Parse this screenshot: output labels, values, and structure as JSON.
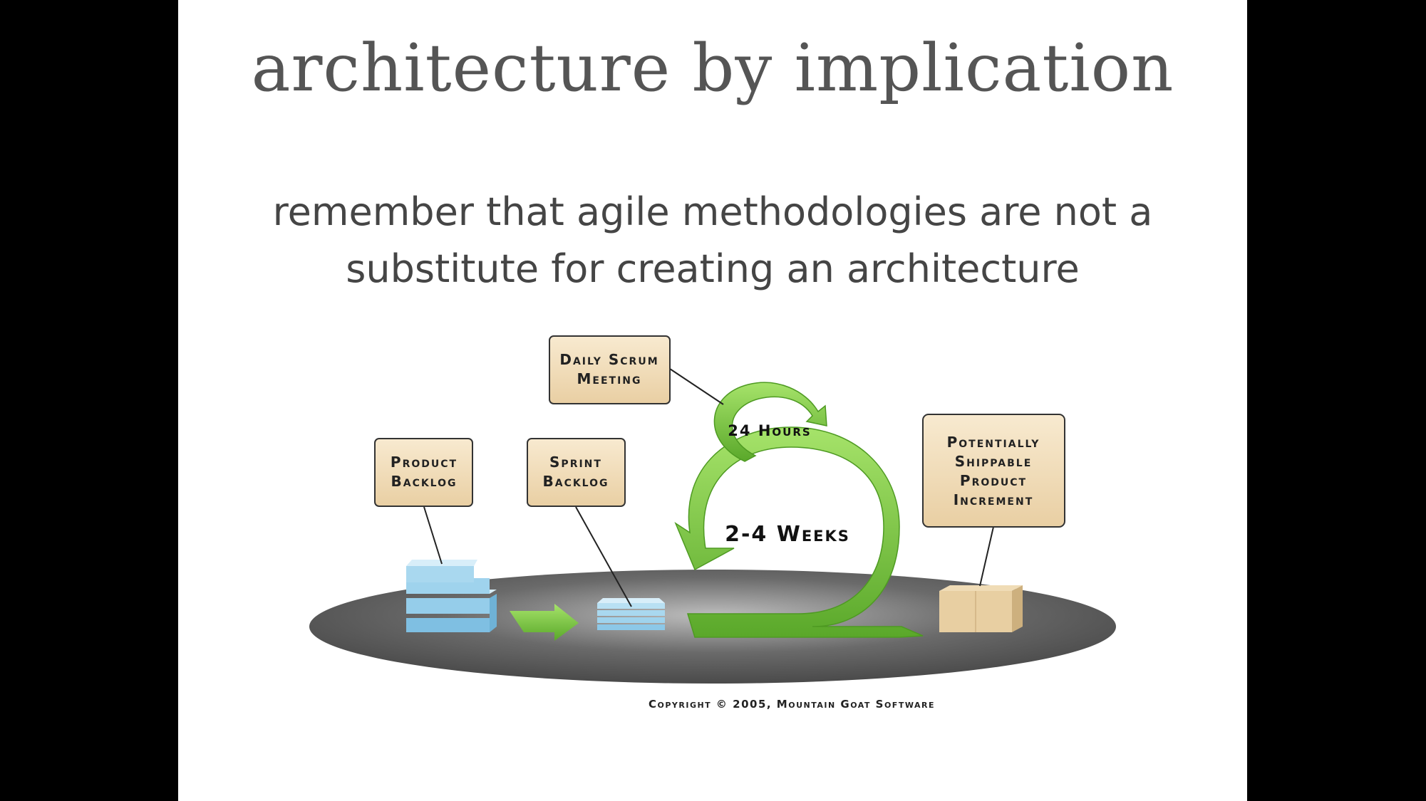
{
  "slide": {
    "title": "architecture by implication",
    "subtitle_lines": [
      "remember that agile methodologies are not a",
      "substitute for creating an architecture"
    ]
  },
  "diagram": {
    "labels": {
      "daily_scrum": [
        "Daily Scrum",
        "Meeting"
      ],
      "product_backlog": [
        "Product",
        "Backlog"
      ],
      "sprint_backlog": [
        "Sprint",
        "Backlog"
      ],
      "increment": [
        "Potentially",
        "Shippable",
        "Product",
        "Increment"
      ],
      "hours": "24 Hours",
      "weeks": "2-4 Weeks"
    }
  },
  "copyright": "Copyright © 2005, Mountain Goat Software",
  "colors": {
    "background": "#000000",
    "slide": "#ffffff",
    "label_fill": "#f3dfbd",
    "label_stroke": "#333333",
    "arrow_green": "#7ac943",
    "backlog_blue": "#8cc8e8",
    "box_tan": "#e8cfa2",
    "platform_gray": "#5a5a5a"
  }
}
